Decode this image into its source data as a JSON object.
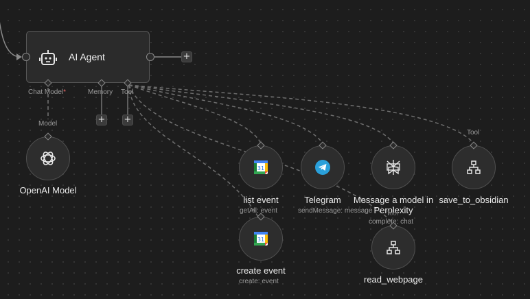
{
  "agent": {
    "title": "AI Agent",
    "icon": "robot-icon"
  },
  "connectors": {
    "chat_model": "Chat Model",
    "chat_model_required": "*",
    "memory": "Memory",
    "tool": "Tool"
  },
  "openai": {
    "name": "OpenAI Model",
    "port_label": "Model",
    "icon": "openai-icon"
  },
  "nodes": {
    "list_event": {
      "name": "list event",
      "sub": "getAll: event",
      "icon": "google-calendar-icon"
    },
    "telegram": {
      "name": "Telegram",
      "sub": "sendMessage: message",
      "icon": "telegram-icon"
    },
    "perplexity": {
      "name": "Message a model in",
      "name2": "Perplexity",
      "port_label": "Tool",
      "sub": "complete: chat",
      "icon": "perplexity-icon"
    },
    "obsidian": {
      "name": "save_to_obsidian",
      "port_label": "Tool",
      "icon": "workflow-icon"
    },
    "create_event": {
      "name": "create event",
      "sub": "create: event",
      "icon": "google-calendar-icon"
    },
    "read_webpage": {
      "name": "read_webpage",
      "icon": "workflow-icon"
    }
  },
  "calendar_day": "31",
  "plus_symbol": "+",
  "colors": {
    "background": "#1d1d1d",
    "node": "#2b2b2b",
    "border": "#595959",
    "telegram": "#2aa0da"
  }
}
